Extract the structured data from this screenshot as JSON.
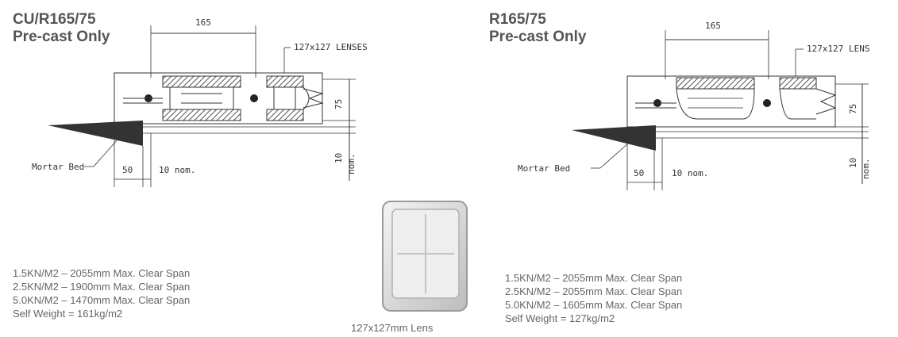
{
  "left_panel": {
    "title_line1": "CU/R165/75",
    "title_line2": "Pre-cast Only",
    "dim_top": "165",
    "lenses_label": "127x127 LENSES",
    "dim_height": "75",
    "dim_bottom_right": "10",
    "dim_bottom_right_unit": "nom.",
    "mortar_label": "Mortar Bed",
    "dim_50": "50",
    "dim_10_nom": "10 nom.",
    "specs": [
      "1.5KN/M2  –  2055mm Max. Clear Span",
      "2.5KN/M2  –  1900mm Max. Clear Span",
      "5.0KN/M2  –  1470mm Max. Clear Span",
      "Self Weight = 161kg/m2"
    ]
  },
  "right_panel": {
    "title_line1": "R165/75",
    "title_line2": "Pre-cast Only",
    "dim_top": "165",
    "lenses_label": "127x127 LENS",
    "dim_height": "75",
    "dim_bottom_right": "10",
    "dim_bottom_right_unit": "nom.",
    "mortar_label": "Mortar Bed",
    "dim_50": "50",
    "dim_10_nom": "10 nom.",
    "specs": [
      "1.5KN/M2  –  2055mm Max. Clear Span",
      "2.5KN/M2  –  2055mm Max. Clear Span",
      "5.0KN/M2  –  1605mm Max. Clear Span",
      "Self Weight = 127kg/m2"
    ]
  },
  "lens": {
    "caption": "127x127mm Lens"
  },
  "colors": {
    "line": "#333333",
    "hatch": "#555555",
    "text": "#555555",
    "lens_outer": "#d8d8d8",
    "lens_inner": "#eeeeee"
  }
}
